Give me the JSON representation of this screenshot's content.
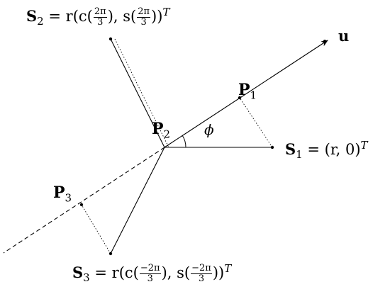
{
  "labels": {
    "u": "u",
    "P1": {
      "main": "P",
      "sub": "1"
    },
    "P2": {
      "main": "P",
      "sub": "2"
    },
    "P3": {
      "main": "P",
      "sub": "3"
    },
    "phi": "ϕ",
    "S1": {
      "main": "S",
      "sub": "1",
      "rhs": "= (r, 0)",
      "sup": "T"
    },
    "S2": {
      "main": "S",
      "sub": "2",
      "prefix": "= r(c(",
      "frac1_num": "2π",
      "frac1_den": "3",
      "middle": "), s(",
      "frac2_num": "2π",
      "frac2_den": "3",
      "suffix": "))",
      "sup": "T"
    },
    "S3": {
      "main": "S",
      "sub": "3",
      "prefix": "= r(c(",
      "frac1_num": "−2π",
      "frac1_den": "3",
      "middle": "), s(",
      "frac2_num": "−2π",
      "frac2_den": "3",
      "suffix": "))",
      "sup": "T"
    }
  },
  "colors": {
    "ink": "#000000",
    "background": "#ffffff"
  }
}
